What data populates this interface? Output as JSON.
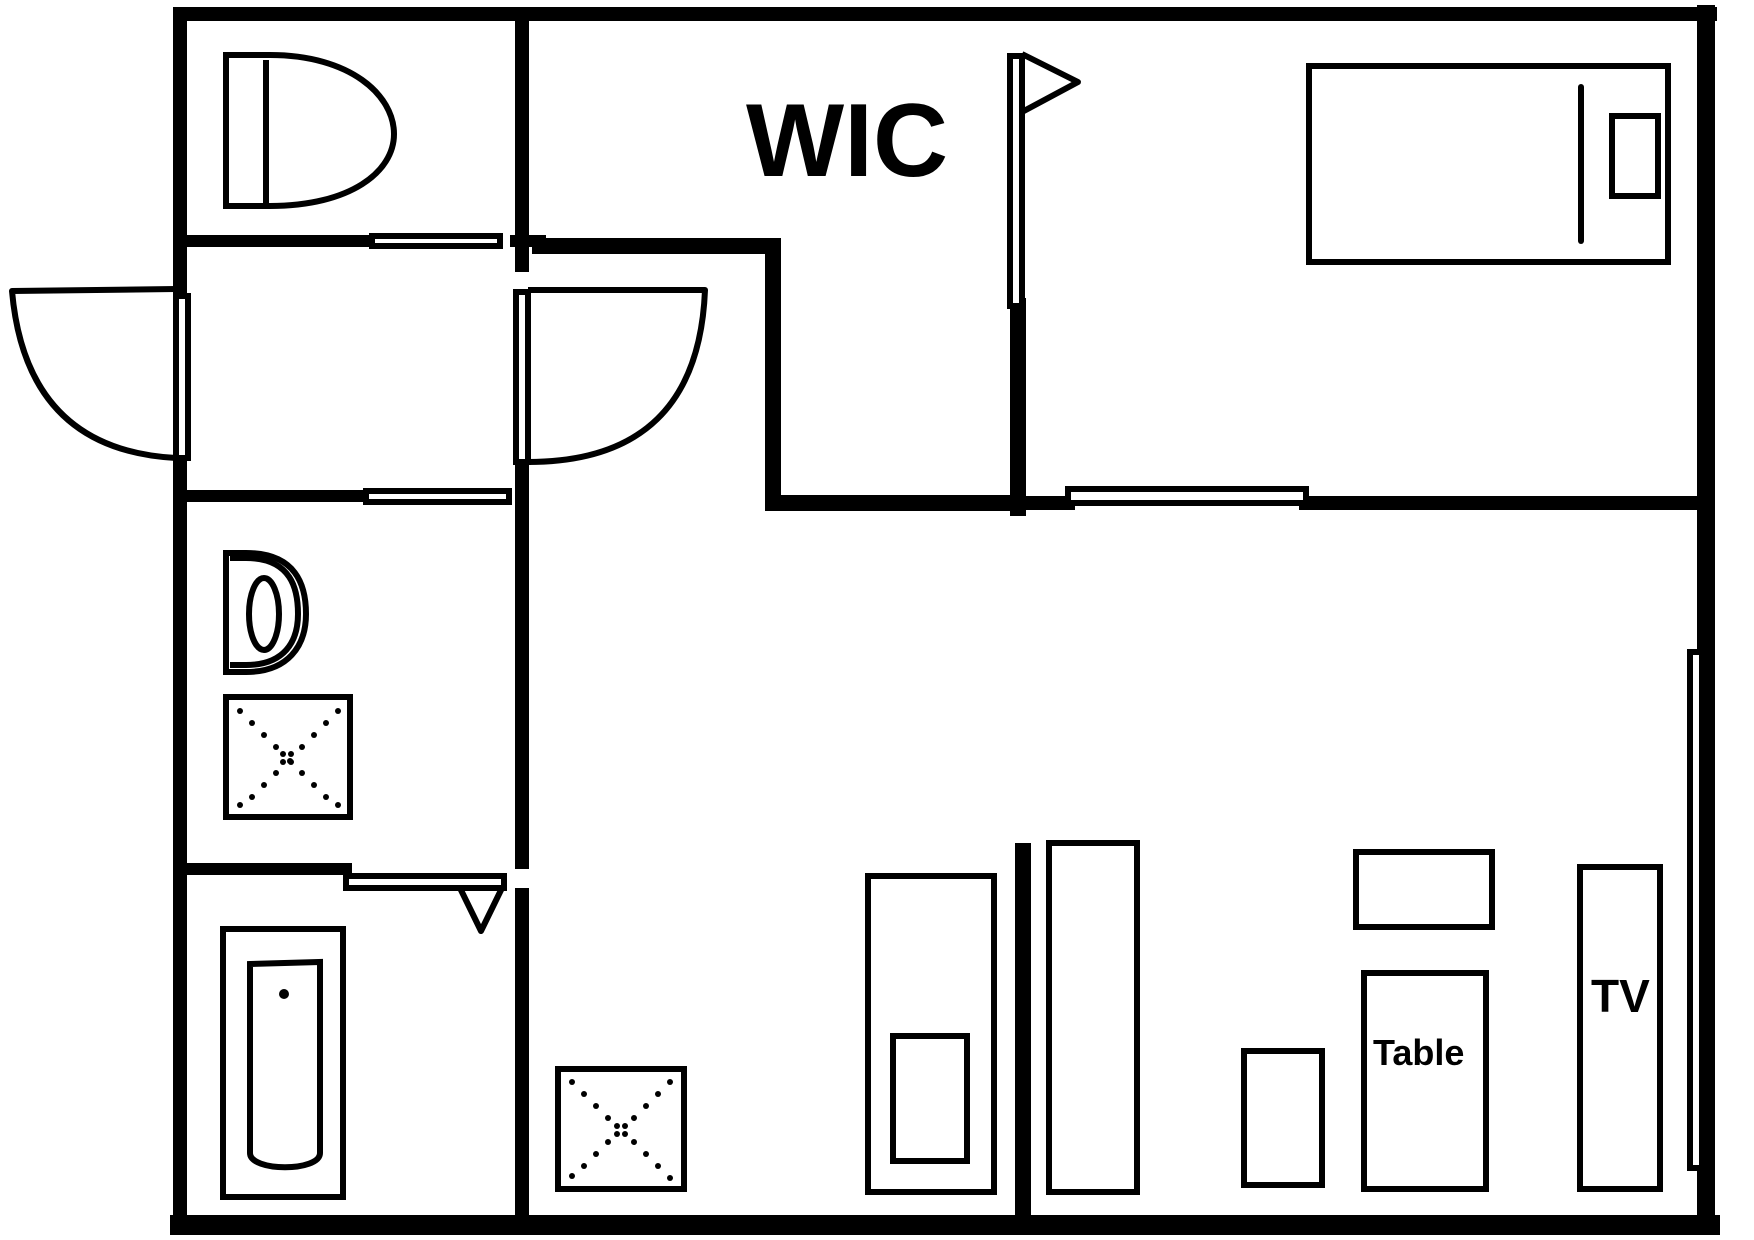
{
  "plan": {
    "labels": {
      "wic": "WIC",
      "table": "Table",
      "tv": "TV"
    }
  },
  "colors": {
    "wall": "#000000",
    "background": "#ffffff"
  },
  "icons": [
    "toilet-icon",
    "washbasin-icon",
    "bathtub-icon",
    "floor-drain-icon",
    "bed-icon",
    "pillow-icon",
    "fridge-icon",
    "door-swing-icon"
  ]
}
